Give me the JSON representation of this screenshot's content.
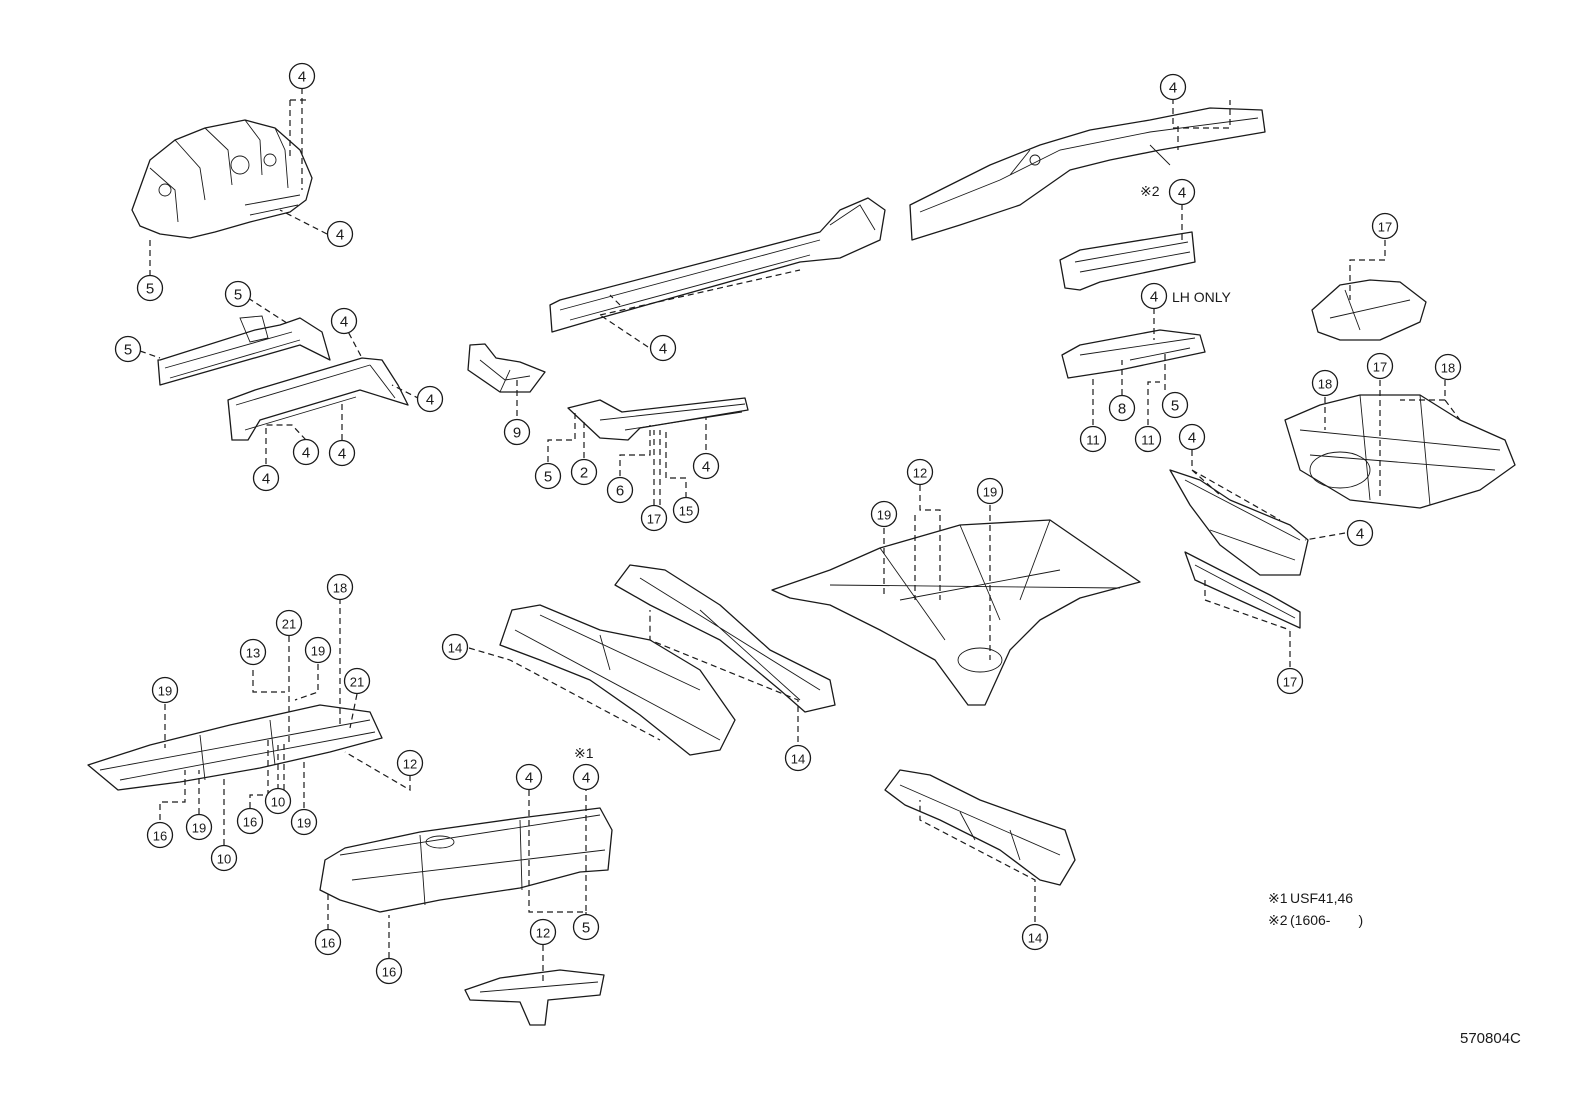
{
  "callouts": [
    {
      "label": "4"
    },
    {
      "label": "4"
    },
    {
      "label": "5"
    },
    {
      "label": "5"
    },
    {
      "label": "5"
    },
    {
      "label": "4"
    },
    {
      "label": "4"
    },
    {
      "label": "4"
    },
    {
      "label": "4"
    },
    {
      "label": "4"
    },
    {
      "label": "4"
    },
    {
      "label": "9"
    },
    {
      "label": "5"
    },
    {
      "label": "2"
    },
    {
      "label": "6"
    },
    {
      "label": "17"
    },
    {
      "label": "15"
    },
    {
      "label": "4"
    },
    {
      "label": "4"
    },
    {
      "label": "4"
    },
    {
      "label": "4"
    },
    {
      "label": "8"
    },
    {
      "label": "5"
    },
    {
      "label": "11"
    },
    {
      "label": "11"
    },
    {
      "label": "17"
    },
    {
      "label": "18"
    },
    {
      "label": "17"
    },
    {
      "label": "18"
    },
    {
      "label": "4"
    },
    {
      "label": "4"
    },
    {
      "label": "17"
    },
    {
      "label": "12"
    },
    {
      "label": "19"
    },
    {
      "label": "19"
    },
    {
      "label": "14"
    },
    {
      "label": "14"
    },
    {
      "label": "18"
    },
    {
      "label": "21"
    },
    {
      "label": "13"
    },
    {
      "label": "19"
    },
    {
      "label": "21"
    },
    {
      "label": "19"
    },
    {
      "label": "12"
    },
    {
      "label": "16"
    },
    {
      "label": "19"
    },
    {
      "label": "10"
    },
    {
      "label": "16"
    },
    {
      "label": "10"
    },
    {
      "label": "19"
    },
    {
      "label": "4"
    },
    {
      "label": "4"
    },
    {
      "label": "5"
    },
    {
      "label": "16"
    },
    {
      "label": "16"
    },
    {
      "label": "12"
    },
    {
      "label": "14"
    }
  ],
  "inline_labels": {
    "note_mark_1": "※1",
    "note_mark_2": "※2",
    "lh_only": "LH ONLY"
  },
  "notes": [
    {
      "mark": "※1",
      "text": "USF41,46"
    },
    {
      "mark": "※2",
      "text": "(1606-　　)"
    }
  ],
  "figure_id": "570804C"
}
